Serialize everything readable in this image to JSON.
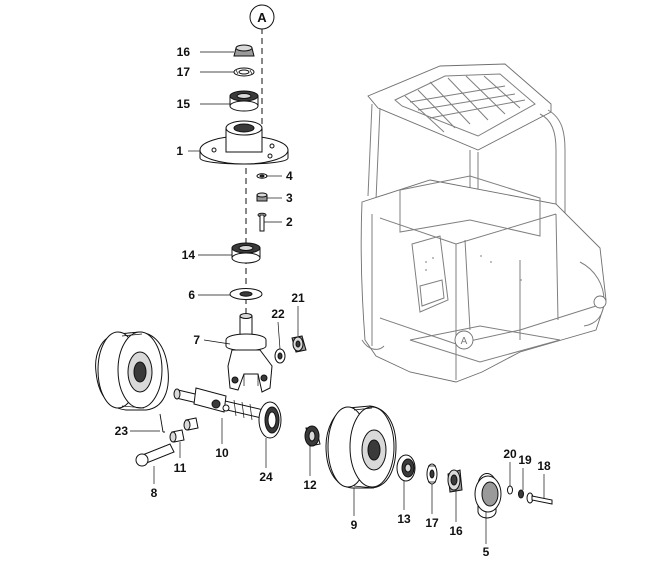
{
  "reference_marks": {
    "top": "A",
    "on_frame": "A"
  },
  "callouts": {
    "p16_top": "16",
    "p17_top": "17",
    "p15": "15",
    "p1": "1",
    "p4": "4",
    "p3": "3",
    "p2": "2",
    "p14": "14",
    "p6": "6",
    "p21": "21",
    "p22": "22",
    "p7": "7",
    "p23": "23",
    "p11": "11",
    "p10": "10",
    "p24": "24",
    "p8": "8",
    "p12": "12",
    "p9": "9",
    "p13": "13",
    "p17_bottom": "17",
    "p16_bottom": "16",
    "p20": "20",
    "p19": "19",
    "p18": "18",
    "p5": "5"
  }
}
